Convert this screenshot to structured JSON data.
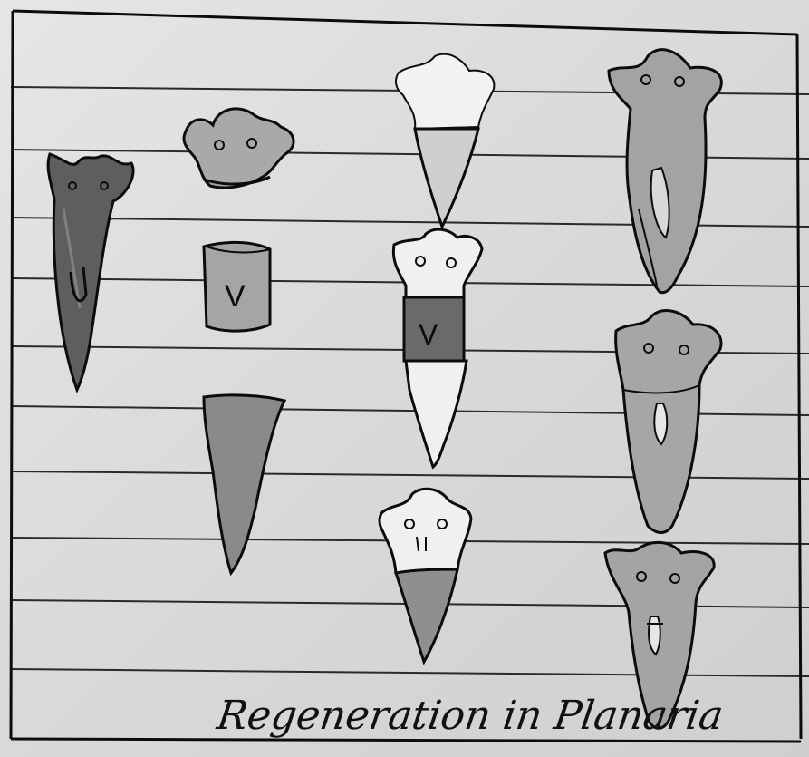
{
  "caption": "Regeneration in Planaria",
  "labels": {
    "v_middle_piece": "V",
    "v_regenerating": "V"
  },
  "colors": {
    "paper": "#dedede",
    "rule_line": "#2a2a2a",
    "ink": "#0c0c0c",
    "shade_light": "#a8a8a8",
    "shade_dark": "#6e6e6e"
  }
}
